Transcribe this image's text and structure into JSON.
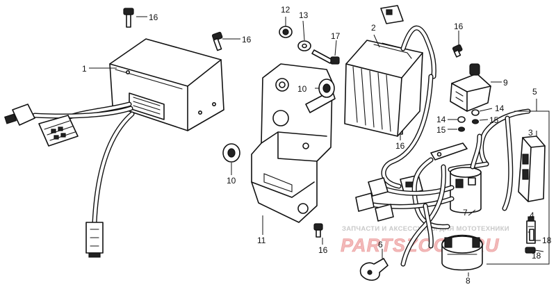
{
  "callouts": [
    {
      "id": "c1",
      "label": "1"
    },
    {
      "id": "c2",
      "label": "2"
    },
    {
      "id": "c3",
      "label": "3"
    },
    {
      "id": "c4",
      "label": "4"
    },
    {
      "id": "c5",
      "label": "5"
    },
    {
      "id": "c6",
      "label": "6"
    },
    {
      "id": "c7",
      "label": "7"
    },
    {
      "id": "c8",
      "label": "8"
    },
    {
      "id": "c9",
      "label": "9"
    },
    {
      "id": "c10a",
      "label": "10"
    },
    {
      "id": "c10b",
      "label": "10"
    },
    {
      "id": "c11",
      "label": "11"
    },
    {
      "id": "c12",
      "label": "12"
    },
    {
      "id": "c13",
      "label": "13"
    },
    {
      "id": "c14a",
      "label": "14"
    },
    {
      "id": "c14b",
      "label": "14"
    },
    {
      "id": "c15a",
      "label": "15"
    },
    {
      "id": "c15b",
      "label": "15"
    },
    {
      "id": "c16a",
      "label": "16"
    },
    {
      "id": "c16b",
      "label": "16"
    },
    {
      "id": "c16c",
      "label": "16"
    },
    {
      "id": "c16d",
      "label": "16"
    },
    {
      "id": "c16e",
      "label": "16"
    },
    {
      "id": "c17",
      "label": "17"
    },
    {
      "id": "c18a",
      "label": "18"
    },
    {
      "id": "c18b",
      "label": "18"
    }
  ],
  "watermark": {
    "tagline": "ЗАПЧАСТИ И АКСЕССУАРЫ ДЛЯ МОТОТЕХНИКИ",
    "logo": "PARTSZOOM.RU"
  },
  "colors": {
    "line": "#111111",
    "watermark_logo": "#f3b9b9",
    "watermark_tagline": "#c9c9c9"
  }
}
